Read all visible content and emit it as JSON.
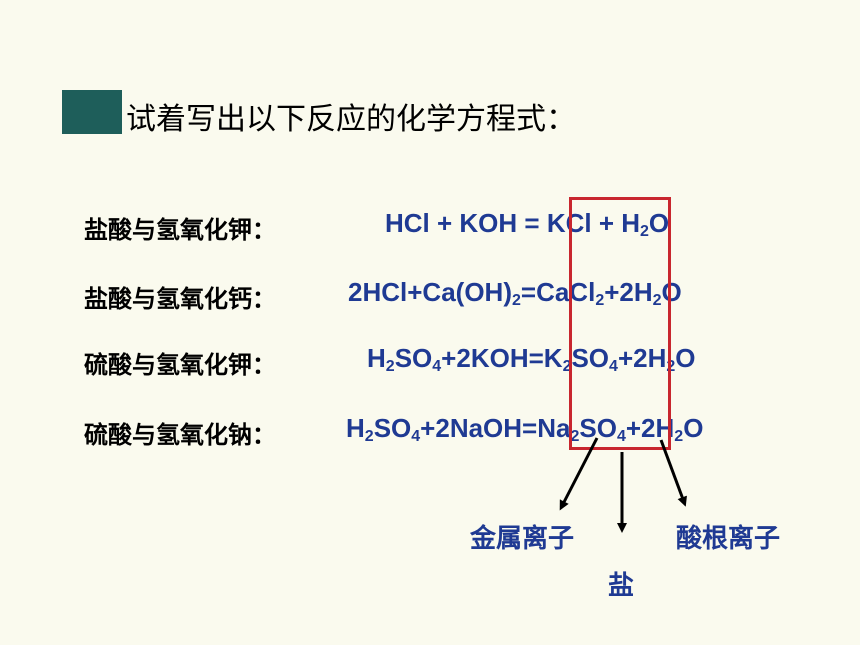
{
  "title": "试着写出以下反应的化学方程式：",
  "reactions": [
    {
      "name": "盐酸与氢氧化钾：",
      "parts": [
        "HCl + KOH = KCl +  H",
        "2",
        "O"
      ]
    },
    {
      "name": "盐酸与氢氧化钙：",
      "parts": [
        "2HCl+Ca(OH)",
        "2",
        "=CaCl",
        "2",
        "+2H",
        "2",
        "O"
      ]
    },
    {
      "name": "硫酸与氢氧化钾：",
      "parts": [
        "H",
        "2",
        "SO",
        "4",
        "+2KOH=K",
        "2",
        "SO",
        "4",
        "+2H",
        "2",
        "O"
      ]
    },
    {
      "name": "硫酸与氢氧化钠：",
      "parts": [
        "H",
        "2",
        "SO",
        "4",
        "+2NaOH=Na",
        "2",
        "SO",
        "4",
        "+2H",
        "2",
        "O"
      ]
    }
  ],
  "annotations": {
    "metal_ion": "金属离子",
    "salt": "盐",
    "acid_radical_ion": "酸根离子"
  },
  "colors": {
    "background": "#FAFAEE",
    "title_block": "#1E5E5A",
    "equation_text": "#1F3A93",
    "highlight_box": "#C8262E"
  }
}
